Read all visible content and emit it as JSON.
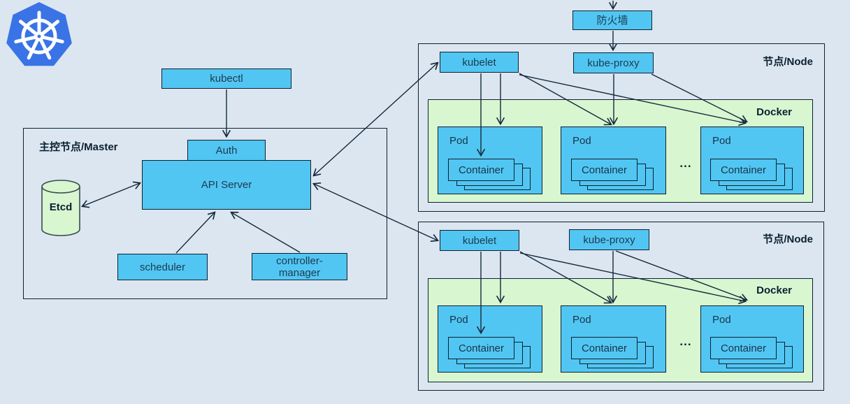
{
  "logo": {
    "name": "kubernetes-logo"
  },
  "colors": {
    "background": "#dce6f1",
    "box_blue": "#52c6f2",
    "green": "#d8f6d0",
    "border": "#0d2130",
    "logo_blue": "#3973e6",
    "arrow": "#15293a"
  },
  "master": {
    "label": "主控节点/Master",
    "kubectl_label": "kubectl",
    "auth_label": "Auth",
    "api_server_label": "API Server",
    "etcd_label": "Etcd",
    "scheduler_label": "scheduler",
    "controller_manager": {
      "line1": "controller-",
      "line2": "manager"
    }
  },
  "firewall": {
    "label": "防火墙"
  },
  "nodes": [
    {
      "label": "节点/Node",
      "kubelet_label": "kubelet",
      "kube_proxy_label": "kube-proxy",
      "docker_label": "Docker",
      "ellipsis": "...",
      "pods": [
        {
          "label": "Pod",
          "container_label": "Container"
        },
        {
          "label": "Pod",
          "container_label": "Container"
        },
        {
          "label": "Pod",
          "container_label": "Container"
        }
      ]
    },
    {
      "label": "节点/Node",
      "kubelet_label": "kubelet",
      "kube_proxy_label": "kube-proxy",
      "docker_label": "Docker",
      "ellipsis": "...",
      "pods": [
        {
          "label": "Pod",
          "container_label": "Container"
        },
        {
          "label": "Pod",
          "container_label": "Container"
        },
        {
          "label": "Pod",
          "container_label": "Container"
        }
      ]
    }
  ]
}
